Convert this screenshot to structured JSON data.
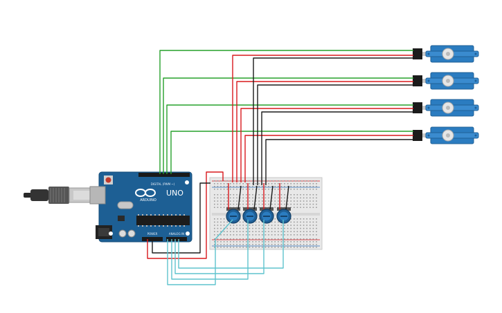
{
  "board": {
    "brand": "UNO",
    "logo_text": "ARDUINO",
    "digital_header_label": "DIGITAL (PWM ~)",
    "power_header_label": "POWER",
    "analog_header_label": "ANALOG IN"
  },
  "colors": {
    "board": "#1d5f94",
    "signal_wire": "#25a02a",
    "power_wire": "#d9181c",
    "ground_wire": "#1a1a1a",
    "analog_wire": "#5ec3cd",
    "servo_body": "#2b7cc0",
    "breadboard": "#e8e8e8"
  },
  "components": {
    "servo_count": 4,
    "potentiometer_count": 4
  }
}
